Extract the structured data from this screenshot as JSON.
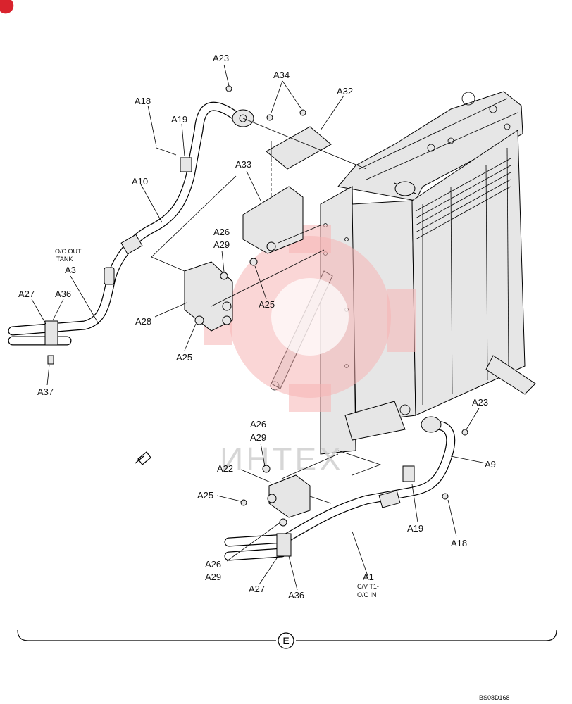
{
  "labels": {
    "a23_top": "A23",
    "a34": "A34",
    "a32": "A32",
    "a18_top": "A18",
    "a19_top": "A19",
    "a33": "A33",
    "a10": "A10",
    "a26_mid": "A26",
    "a29_mid": "A29",
    "oc_out_line1": "O/C OUT",
    "oc_out_line2": "TANK",
    "a3": "A3",
    "a27_left": "A27",
    "a36_left": "A36",
    "a25_mid": "A25",
    "a28": "A28",
    "a25_left": "A25",
    "a37": "A37",
    "a23_right": "A23",
    "a26_low": "A26",
    "a29_low": "A29",
    "a9": "A9",
    "a22": "A22",
    "a25_low": "A25",
    "a19_low": "A19",
    "a18_low": "A18",
    "a26_bottom": "A26",
    "a29_bottom": "A29",
    "a1": "A1",
    "cvt1_line1": "C/V T1-",
    "cvt1_line2": "O/C IN",
    "a27_bottom": "A27",
    "a36_bottom": "A36"
  },
  "section_marker": "E",
  "drawing_ref": "BS08D168",
  "watermark_text": "ИНТЕХ"
}
